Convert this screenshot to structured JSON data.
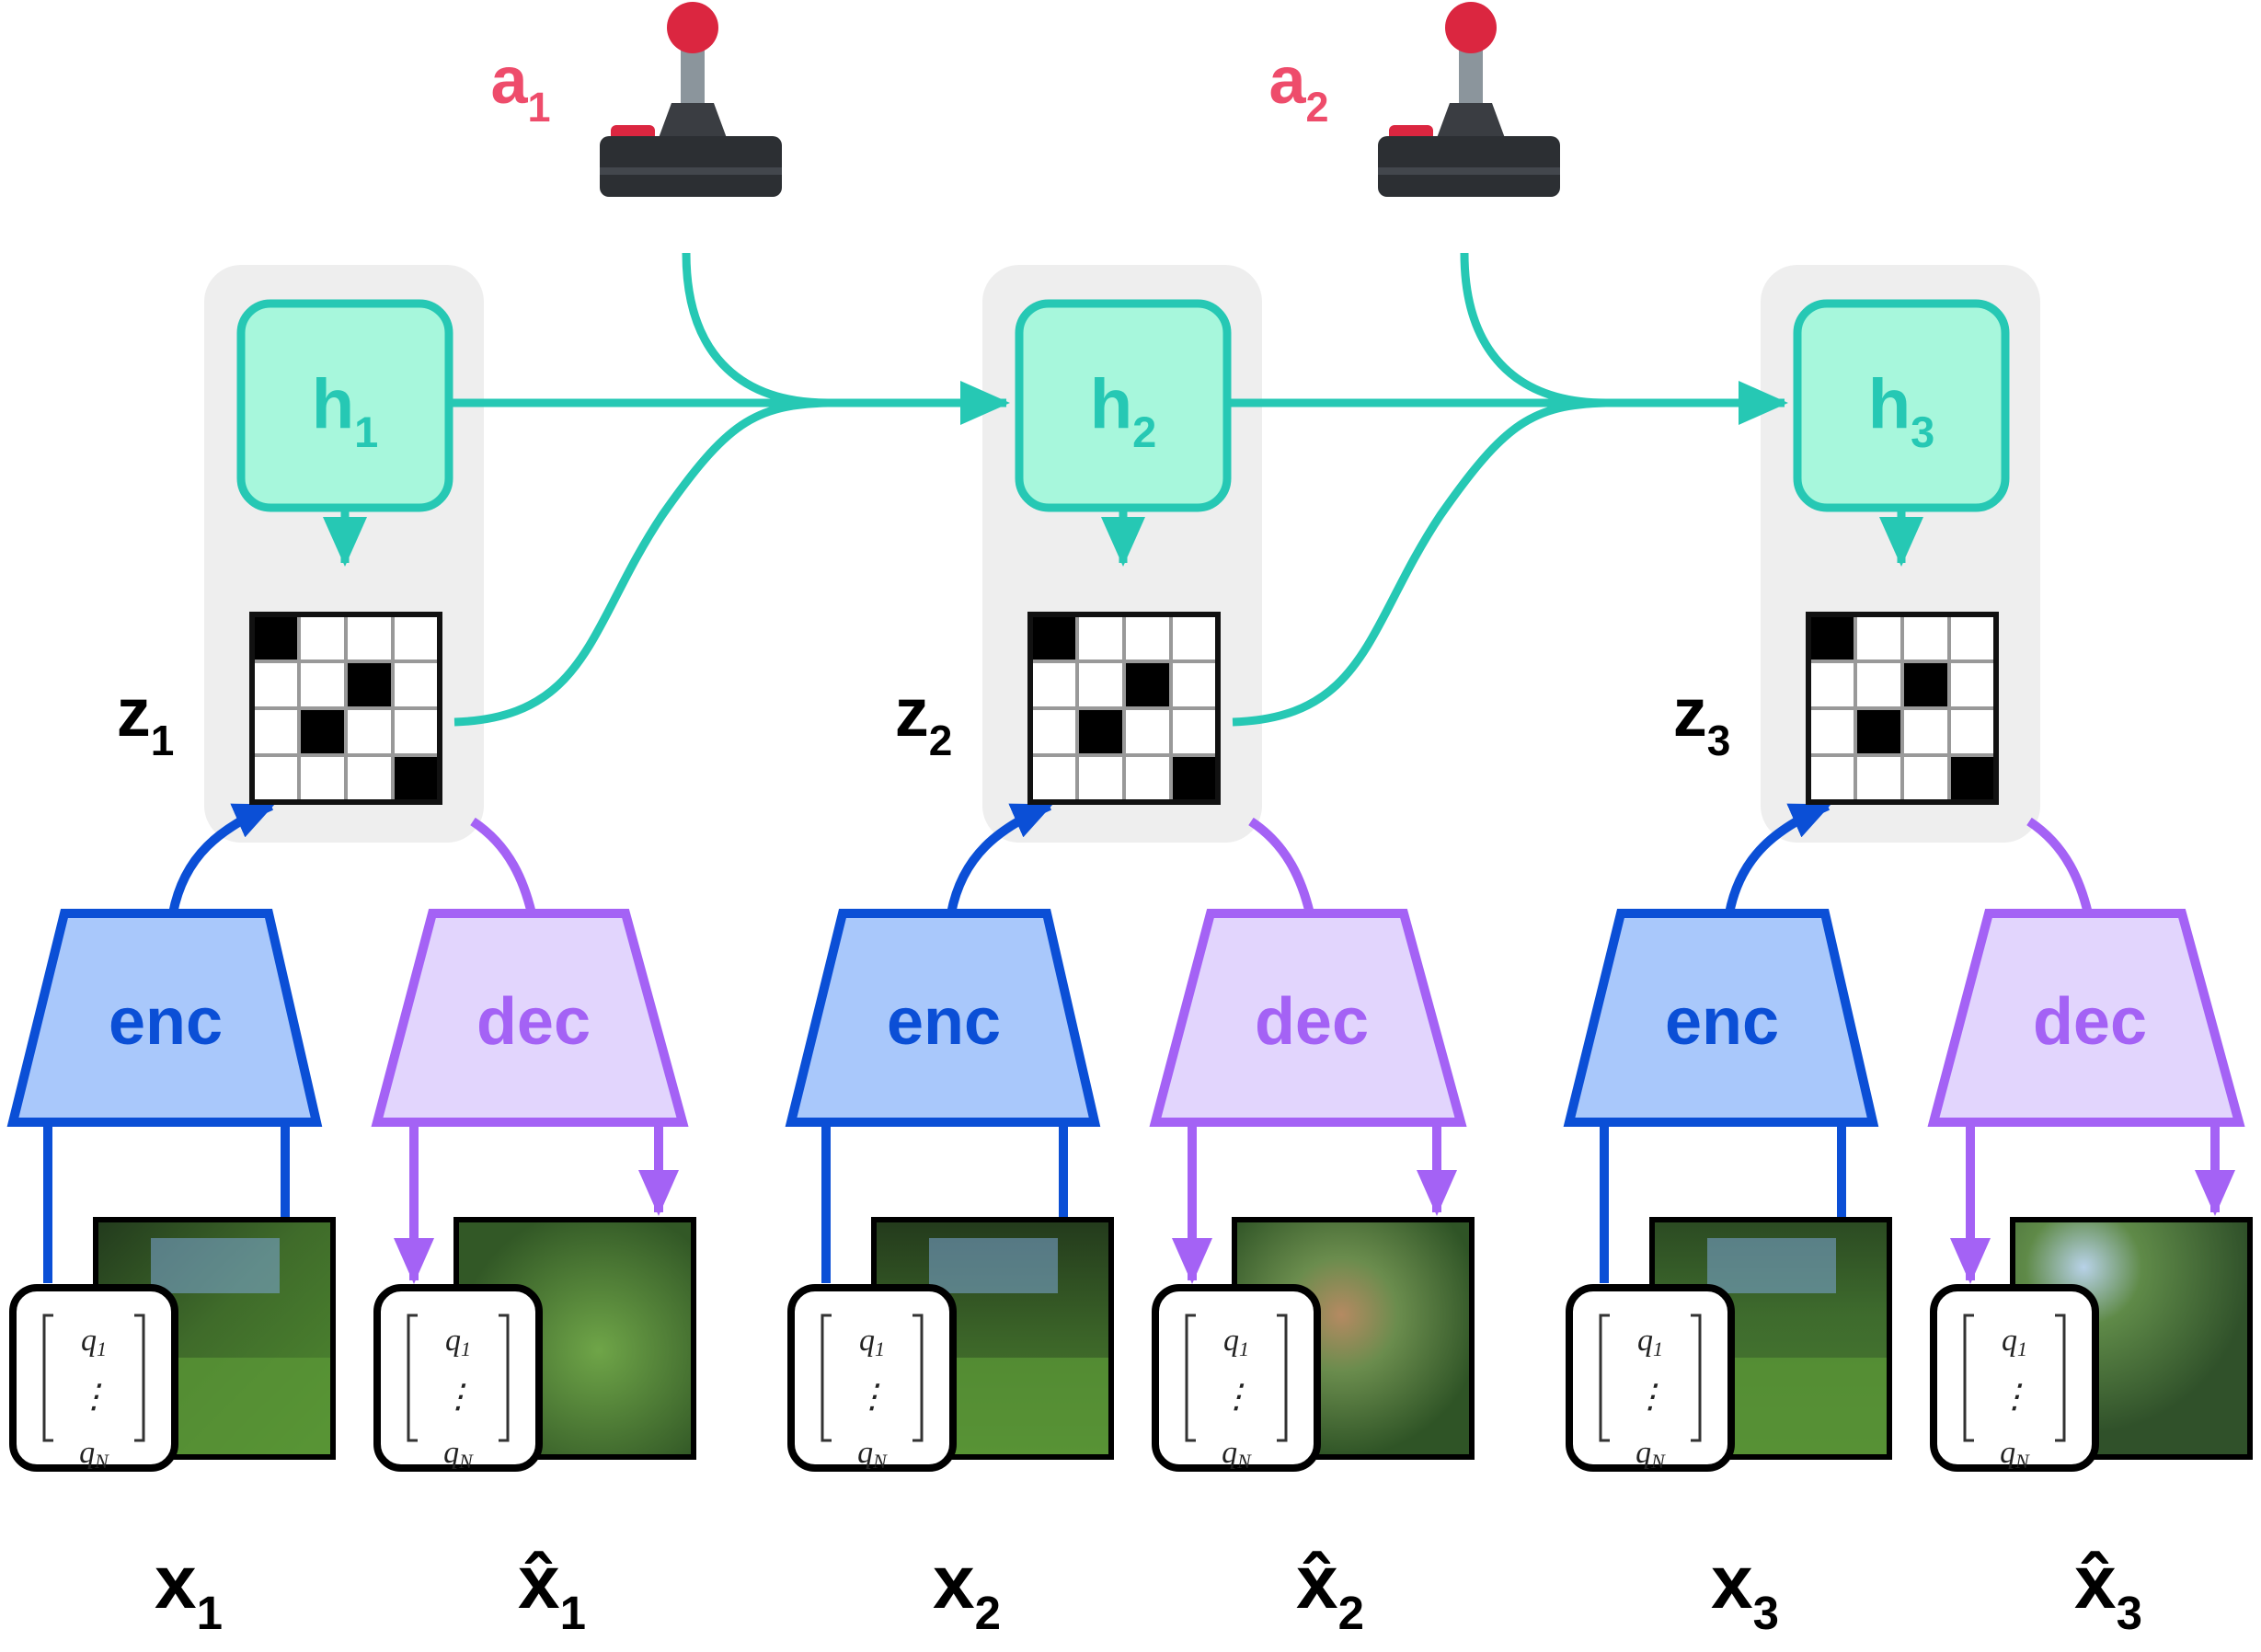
{
  "colors": {
    "teal": "#26c8b4",
    "teal_fill": "#a7f7dc",
    "blue": "#0b4fd6",
    "blue_fill": "#a9c8fb",
    "purple": "#a462f5",
    "purple_fill": "#e2d5fd",
    "red_label": "#ee4c6b",
    "panel": "#eeeeee"
  },
  "actions": [
    {
      "base": "a",
      "sub": "1",
      "icon": "joystick-icon"
    },
    {
      "base": "a",
      "sub": "2",
      "icon": "joystick-icon"
    }
  ],
  "steps": [
    {
      "h_base": "h",
      "h_sub": "1",
      "z_base": "z",
      "z_sub": "1",
      "enc": "enc",
      "dec": "dec",
      "x_base": "x",
      "x_sub": "1",
      "xhat_base": "x̂",
      "xhat_sub": "1",
      "grid_filled": [
        [
          0,
          0
        ],
        [
          1,
          2
        ],
        [
          2,
          1
        ],
        [
          3,
          3
        ]
      ]
    },
    {
      "h_base": "h",
      "h_sub": "2",
      "z_base": "z",
      "z_sub": "2",
      "enc": "enc",
      "dec": "dec",
      "x_base": "x",
      "x_sub": "2",
      "xhat_base": "x̂",
      "xhat_sub": "2",
      "grid_filled": [
        [
          0,
          0
        ],
        [
          1,
          2
        ],
        [
          2,
          1
        ],
        [
          3,
          3
        ]
      ]
    },
    {
      "h_base": "h",
      "h_sub": "3",
      "z_base": "z",
      "z_sub": "3",
      "enc": "enc",
      "dec": "dec",
      "x_base": "x",
      "x_sub": "3",
      "xhat_base": "x̂",
      "xhat_sub": "3",
      "grid_filled": [
        [
          0,
          0
        ],
        [
          1,
          2
        ],
        [
          2,
          1
        ],
        [
          3,
          3
        ]
      ]
    }
  ],
  "token_vector": {
    "top": "q",
    "top_sub": "1",
    "dots": "⋮",
    "bottom": "q",
    "bottom_sub": "N"
  }
}
